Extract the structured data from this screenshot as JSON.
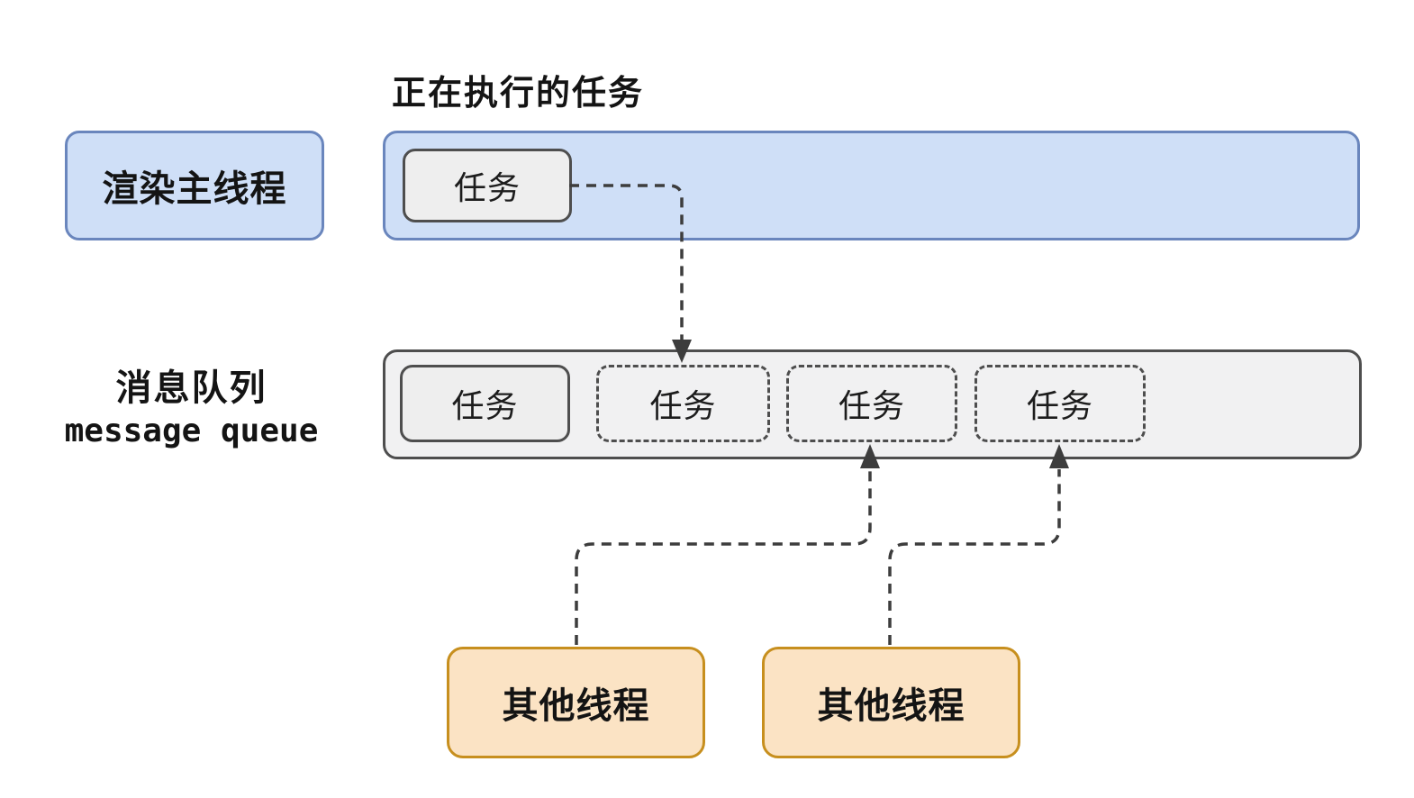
{
  "diagram": {
    "title": "正在执行的任务",
    "render_thread": {
      "label": "渲染主线程"
    },
    "exec_track": {
      "task_label": "任务"
    },
    "queue": {
      "label_zh": "消息队列",
      "label_en": "message queue",
      "tasks": [
        {
          "label": "任务",
          "style": "solid"
        },
        {
          "label": "任务",
          "style": "dashed"
        },
        {
          "label": "任务",
          "style": "dashed"
        },
        {
          "label": "任务",
          "style": "dashed"
        }
      ]
    },
    "other_threads": [
      {
        "label": "其他线程"
      },
      {
        "label": "其他线程"
      }
    ],
    "colors": {
      "blue_fill": "#cfdff7",
      "blue_border": "#6a86bd",
      "queue_fill": "#f1f1f2",
      "task_fill": "#eeeeee",
      "dark_border": "#4e4e4e",
      "orange_fill": "#fbe3c4",
      "orange_border": "#c78f1e",
      "arrow": "#3d3d3d",
      "text": "#141414"
    }
  }
}
